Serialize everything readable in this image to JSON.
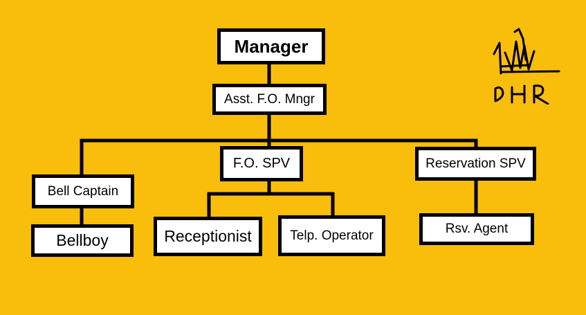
{
  "nodes": {
    "manager": "Manager",
    "asst_fo_manager": "Asst. F.O. Mngr",
    "fo_spv": "F.O. SPV",
    "reservation_spv": "Reservation SPV",
    "bell_captain": "Bell Captain",
    "bellboy": "Bellboy",
    "receptionist": "Receptionist",
    "telp_operator": "Telp. Operator",
    "rsv_agent": "Rsv. Agent"
  },
  "signature_text": "DHR",
  "colors": {
    "background": "#f9bd0b",
    "box_fill": "#ffffff",
    "lines": "#000000"
  }
}
